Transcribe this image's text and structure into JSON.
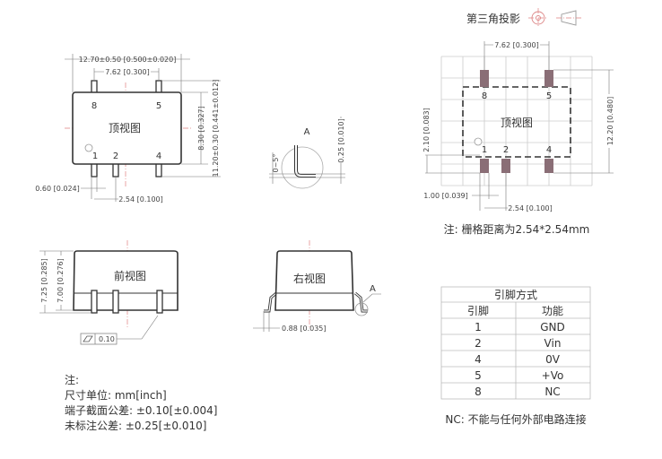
{
  "projection": {
    "label": "第三角投影"
  },
  "top_view": {
    "title": "顶视图",
    "pins": [
      "8",
      "5",
      "1",
      "2",
      "4"
    ],
    "dim_width": "12.70±0.50 [0.500±0.020]",
    "dim_pitch_outer": "7.62 [0.300]",
    "dim_body_height": "8.30 [0.327]",
    "dim_total_height": "11.20±0.30 [0.441±0.012]",
    "dim_pin_width": "0.60 [0.024]",
    "dim_pitch": "2.54 [0.100]"
  },
  "detail_a": {
    "label": "A",
    "angle": "0~5°",
    "thickness": "0.25 [0.010]"
  },
  "front_view": {
    "title": "前视图",
    "dim_total": "7.25 [0.285]",
    "dim_body": "7.00 [0.276]",
    "flatness": "0.10"
  },
  "right_view": {
    "title": "右视图",
    "detail_label": "A",
    "dim_lead": "0.88 [0.035]"
  },
  "footprint": {
    "title": "顶视图",
    "pins": [
      "8",
      "5",
      "1",
      "2",
      "4"
    ],
    "dim_pitch_outer": "7.62 [0.300]",
    "dim_height": "12.20 [0.480]",
    "dim_pad_len": "2.10 [0.083]",
    "dim_pad_width": "1.00 [0.039]",
    "dim_pitch": "2.54 [0.100]",
    "note": "注: 栅格距离为2.54*2.54mm"
  },
  "pin_table": {
    "title": "引脚方式",
    "headers": [
      "引脚",
      "功能"
    ],
    "rows": [
      [
        "1",
        "GND"
      ],
      [
        "2",
        "Vin"
      ],
      [
        "4",
        "0V"
      ],
      [
        "5",
        "+Vo"
      ],
      [
        "8",
        "NC"
      ]
    ],
    "note": "NC: 不能与任何外部电路连接"
  },
  "notes": {
    "title": "注:",
    "lines": [
      "尺寸单位: mm[inch]",
      "端子截面公差: ±0.10[±0.004]",
      "未标注公差: ±0.25[±0.010]"
    ]
  },
  "colors": {
    "pad": "#8a6e76",
    "centerline": "#e08080"
  }
}
